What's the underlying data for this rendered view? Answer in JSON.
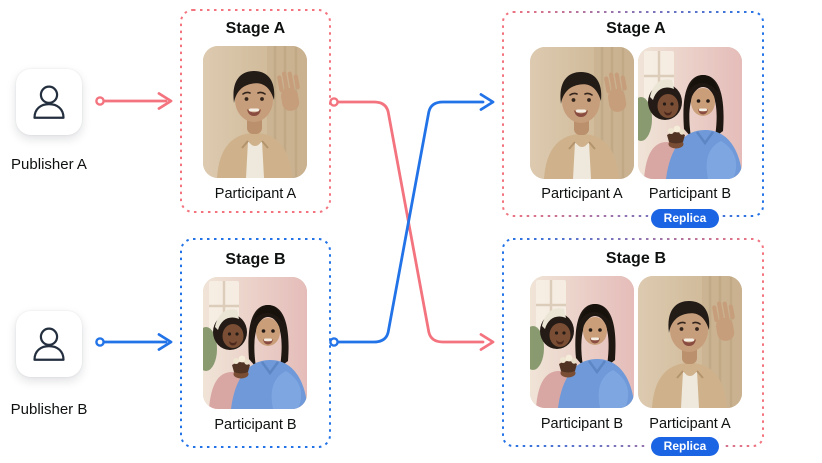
{
  "diagram": {
    "colors": {
      "stage_a_accent": "#F3737E",
      "stage_b_accent": "#2273E8",
      "replica_badge_bg": "#1B64E4",
      "text": "#0F1111"
    },
    "publishers": [
      {
        "label": "Publisher A"
      },
      {
        "label": "Publisher B"
      }
    ],
    "source_stages": [
      {
        "title": "Stage A",
        "participants": [
          {
            "label": "Participant A"
          }
        ]
      },
      {
        "title": "Stage B",
        "participants": [
          {
            "label": "Participant B"
          }
        ]
      }
    ],
    "replica_stages": [
      {
        "title": "Stage A",
        "participants": [
          {
            "label": "Participant A"
          },
          {
            "label": "Participant B",
            "badge": "Replica"
          }
        ]
      },
      {
        "title": "Stage B",
        "participants": [
          {
            "label": "Participant B"
          },
          {
            "label": "Participant A",
            "badge": "Replica"
          }
        ]
      }
    ]
  }
}
